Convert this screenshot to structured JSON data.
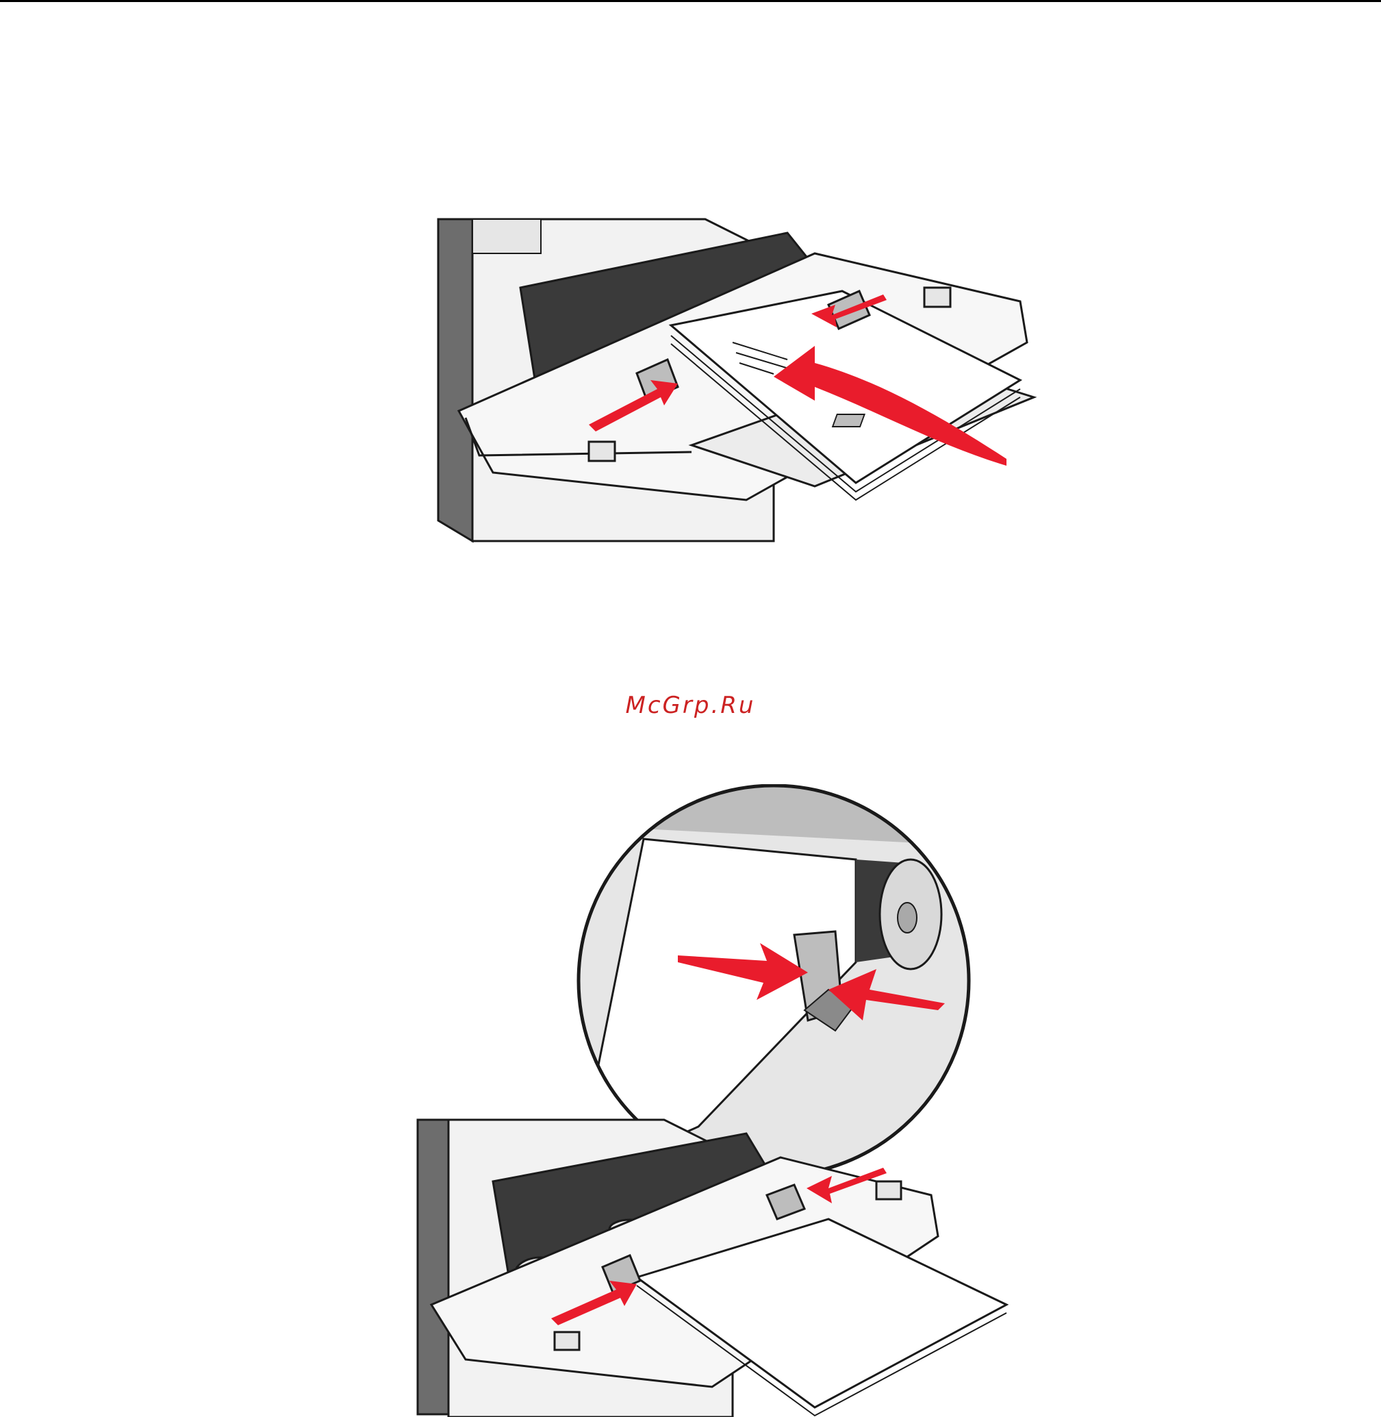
{
  "watermark": {
    "text": "McGrp.Ru"
  },
  "figures": [
    {
      "name": "load-envelopes-illustration",
      "icon": "printer-multipurpose-feeder-envelopes"
    },
    {
      "name": "load-paper-illustration",
      "icon": "printer-multipurpose-feeder-paper-guide-detail"
    }
  ],
  "colors": {
    "arrow": "#e91c2c",
    "outline": "#1a1a1a",
    "body_gray": "#6d6d6d",
    "light_gray": "#e6e6e6",
    "mid_gray": "#bdbdbd",
    "paper": "#ffffff",
    "watermark": "#cc2222"
  }
}
